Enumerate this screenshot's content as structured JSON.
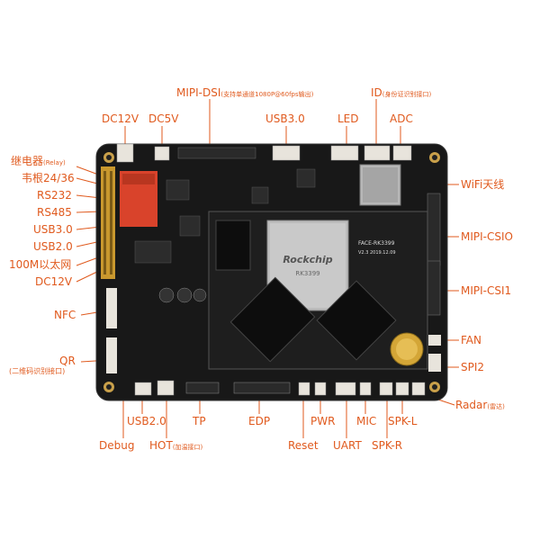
{
  "labels": {
    "mipi_dsi": "MIPI-DSI",
    "mipi_dsi_note": "(支持单通道1080P@60fps输出)",
    "id": "ID",
    "id_note": "(身份证识别接口)",
    "dc12v_top": "DC12V",
    "dc5v": "DC5V",
    "usb30_top": "USB3.0",
    "led": "LED",
    "adc": "ADC",
    "relay": "继电器",
    "relay_note": "(Relay)",
    "wiegand": "韦根24/36",
    "rs232": "RS232",
    "rs485": "RS485",
    "usb30_left": "USB3.0",
    "usb20_left": "USB2.0",
    "ethernet": "100M以太网",
    "dc12v_left": "DC12V",
    "nfc": "NFC",
    "qr": "QR",
    "qr_note": "(二维码识别接口)",
    "wifi": "WiFi天线",
    "mipi_csi0": "MIPI-CSIO",
    "mipi_csi1": "MIPI-CSI1",
    "fan": "FAN",
    "spi2": "SPI2",
    "radar": "Radar",
    "radar_note": "(雷达)",
    "usb20_bottom": "USB2.0",
    "tp": "TP",
    "edp": "EDP",
    "pwr": "PWR",
    "mic": "MIC",
    "spk_l": "SPK-L",
    "debug": "Debug",
    "hot": "HOT",
    "hot_note": "(加温接口)",
    "reset": "Reset",
    "uart": "UART",
    "spk_r": "SPK-R"
  },
  "board_silk": {
    "chip_brand": "Rockchip",
    "chip_model": "RK3399",
    "board_name": "FACE-RK3399",
    "board_version": "V2.3  2019.12.09"
  },
  "colors": {
    "label": "#e05a1e",
    "board": "#1a1a1a",
    "relay": "#d9432b"
  }
}
